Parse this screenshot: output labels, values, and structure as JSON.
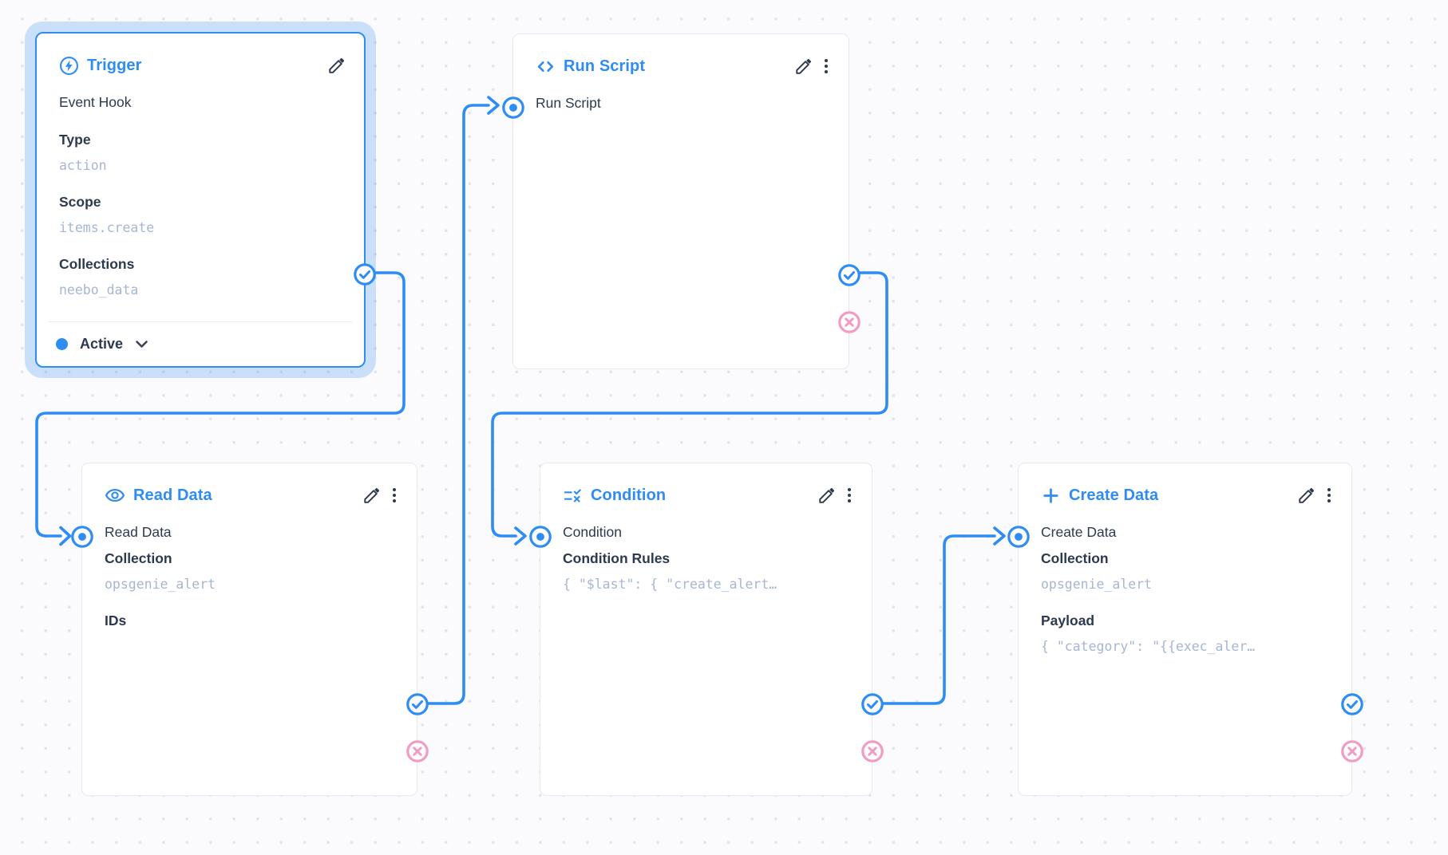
{
  "colors": {
    "primary": "#2E8CF2",
    "reject": "#F19CC5",
    "halo": "rgba(46,140,242,0.24)",
    "text-dark": "#2C3A4F",
    "text-subdued": "#A6B6D4",
    "card-border": "#E7E9EE",
    "canvas-bg": "#FBFBFD",
    "dot": "#E3E5E9",
    "divider": "#ECEEF2",
    "icon-dark": "#2E3A4C"
  },
  "nodes": [
    {
      "id": "trigger",
      "title": "Trigger",
      "icon": "bolt-circle-icon",
      "selected": true,
      "subtitle": "Event Hook",
      "fields": [
        {
          "label": "Type",
          "value": "action"
        },
        {
          "label": "Scope",
          "value": "items.create"
        },
        {
          "label": "Collections",
          "value": "neebo_data"
        }
      ],
      "footer": {
        "status": "Active"
      }
    },
    {
      "id": "run_script",
      "title": "Run Script",
      "icon": "code-icon",
      "input_label": "Run Script",
      "fields": []
    },
    {
      "id": "read_data",
      "title": "Read Data",
      "icon": "eye-icon",
      "input_label": "Read Data",
      "fields": [
        {
          "label": "Collection",
          "value": "opsgenie_alert"
        },
        {
          "label": "IDs",
          "value": ""
        }
      ]
    },
    {
      "id": "condition",
      "title": "Condition",
      "icon": "rule-icon",
      "input_label": "Condition",
      "fields": [
        {
          "label": "Condition Rules",
          "value": "{ \"$last\": { \"create_alert…"
        }
      ]
    },
    {
      "id": "create_data",
      "title": "Create Data",
      "icon": "plus-icon",
      "input_label": "Create Data",
      "fields": [
        {
          "label": "Collection",
          "value": "opsgenie_alert"
        },
        {
          "label": "Payload",
          "value": "{ \"category\": \"{{exec_aler…"
        }
      ]
    }
  ],
  "connections": [
    {
      "from": "trigger",
      "port": "resolve",
      "to": "read_data"
    },
    {
      "from": "read_data",
      "port": "resolve",
      "to": "run_script"
    },
    {
      "from": "run_script",
      "port": "resolve",
      "to": "condition"
    },
    {
      "from": "condition",
      "port": "resolve",
      "to": "create_data"
    }
  ]
}
